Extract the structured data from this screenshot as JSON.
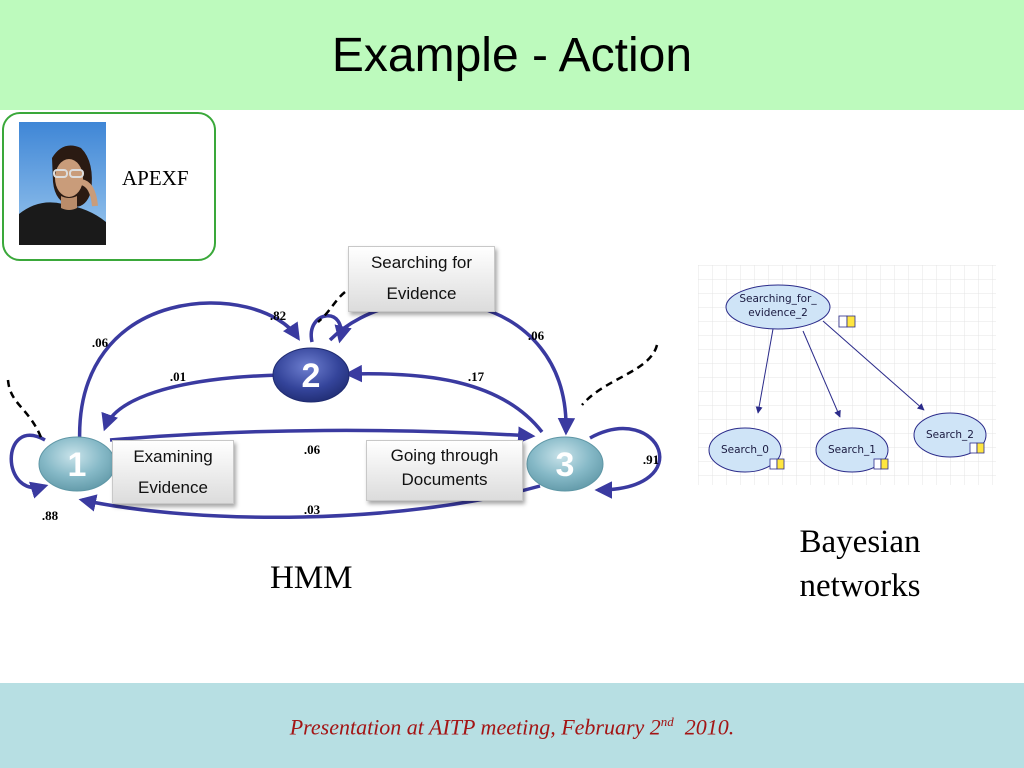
{
  "slide": {
    "title": "Example - Action",
    "footer": {
      "text": "Presentation at  AITP meeting, February 2",
      "superscript": "nd",
      "year": "  2010."
    },
    "colors": {
      "header_bg": "#bdfabd",
      "footer_bg": "#b7dfe3",
      "footer_text": "#a31515",
      "arrow": "#3a3aa0",
      "node_teal": "#7fb6c4",
      "node_navy": "#2e3c8c"
    }
  },
  "profile": {
    "name": "APEXF",
    "avatar_icon": "person-photo-icon"
  },
  "hmm": {
    "caption": "HMM",
    "nodes": [
      {
        "id": "1",
        "label": "1"
      },
      {
        "id": "2",
        "label": "2"
      },
      {
        "id": "3",
        "label": "3"
      }
    ],
    "state_labels": {
      "searching_line1": "Searching for",
      "searching_line2": "Evidence",
      "examining_line1": "Examining",
      "examining_line2": "Evidence",
      "going_line1": "Going through",
      "going_line2": "Documents"
    },
    "probabilities": {
      "p22": ".82",
      "p12": ".06",
      "p23": ".06",
      "p21": ".01",
      "p32": ".17",
      "p13": ".06",
      "p31": ".03",
      "p11": ".88",
      "p33": ".91"
    }
  },
  "bayes": {
    "caption_line1": "Bayesian",
    "caption_line2": "networks",
    "nodes": {
      "root_line1": "Searching_for_",
      "root_line2": "evidence_2",
      "search0": "Search_0",
      "search1": "Search_1",
      "search2": "Search_2"
    }
  }
}
